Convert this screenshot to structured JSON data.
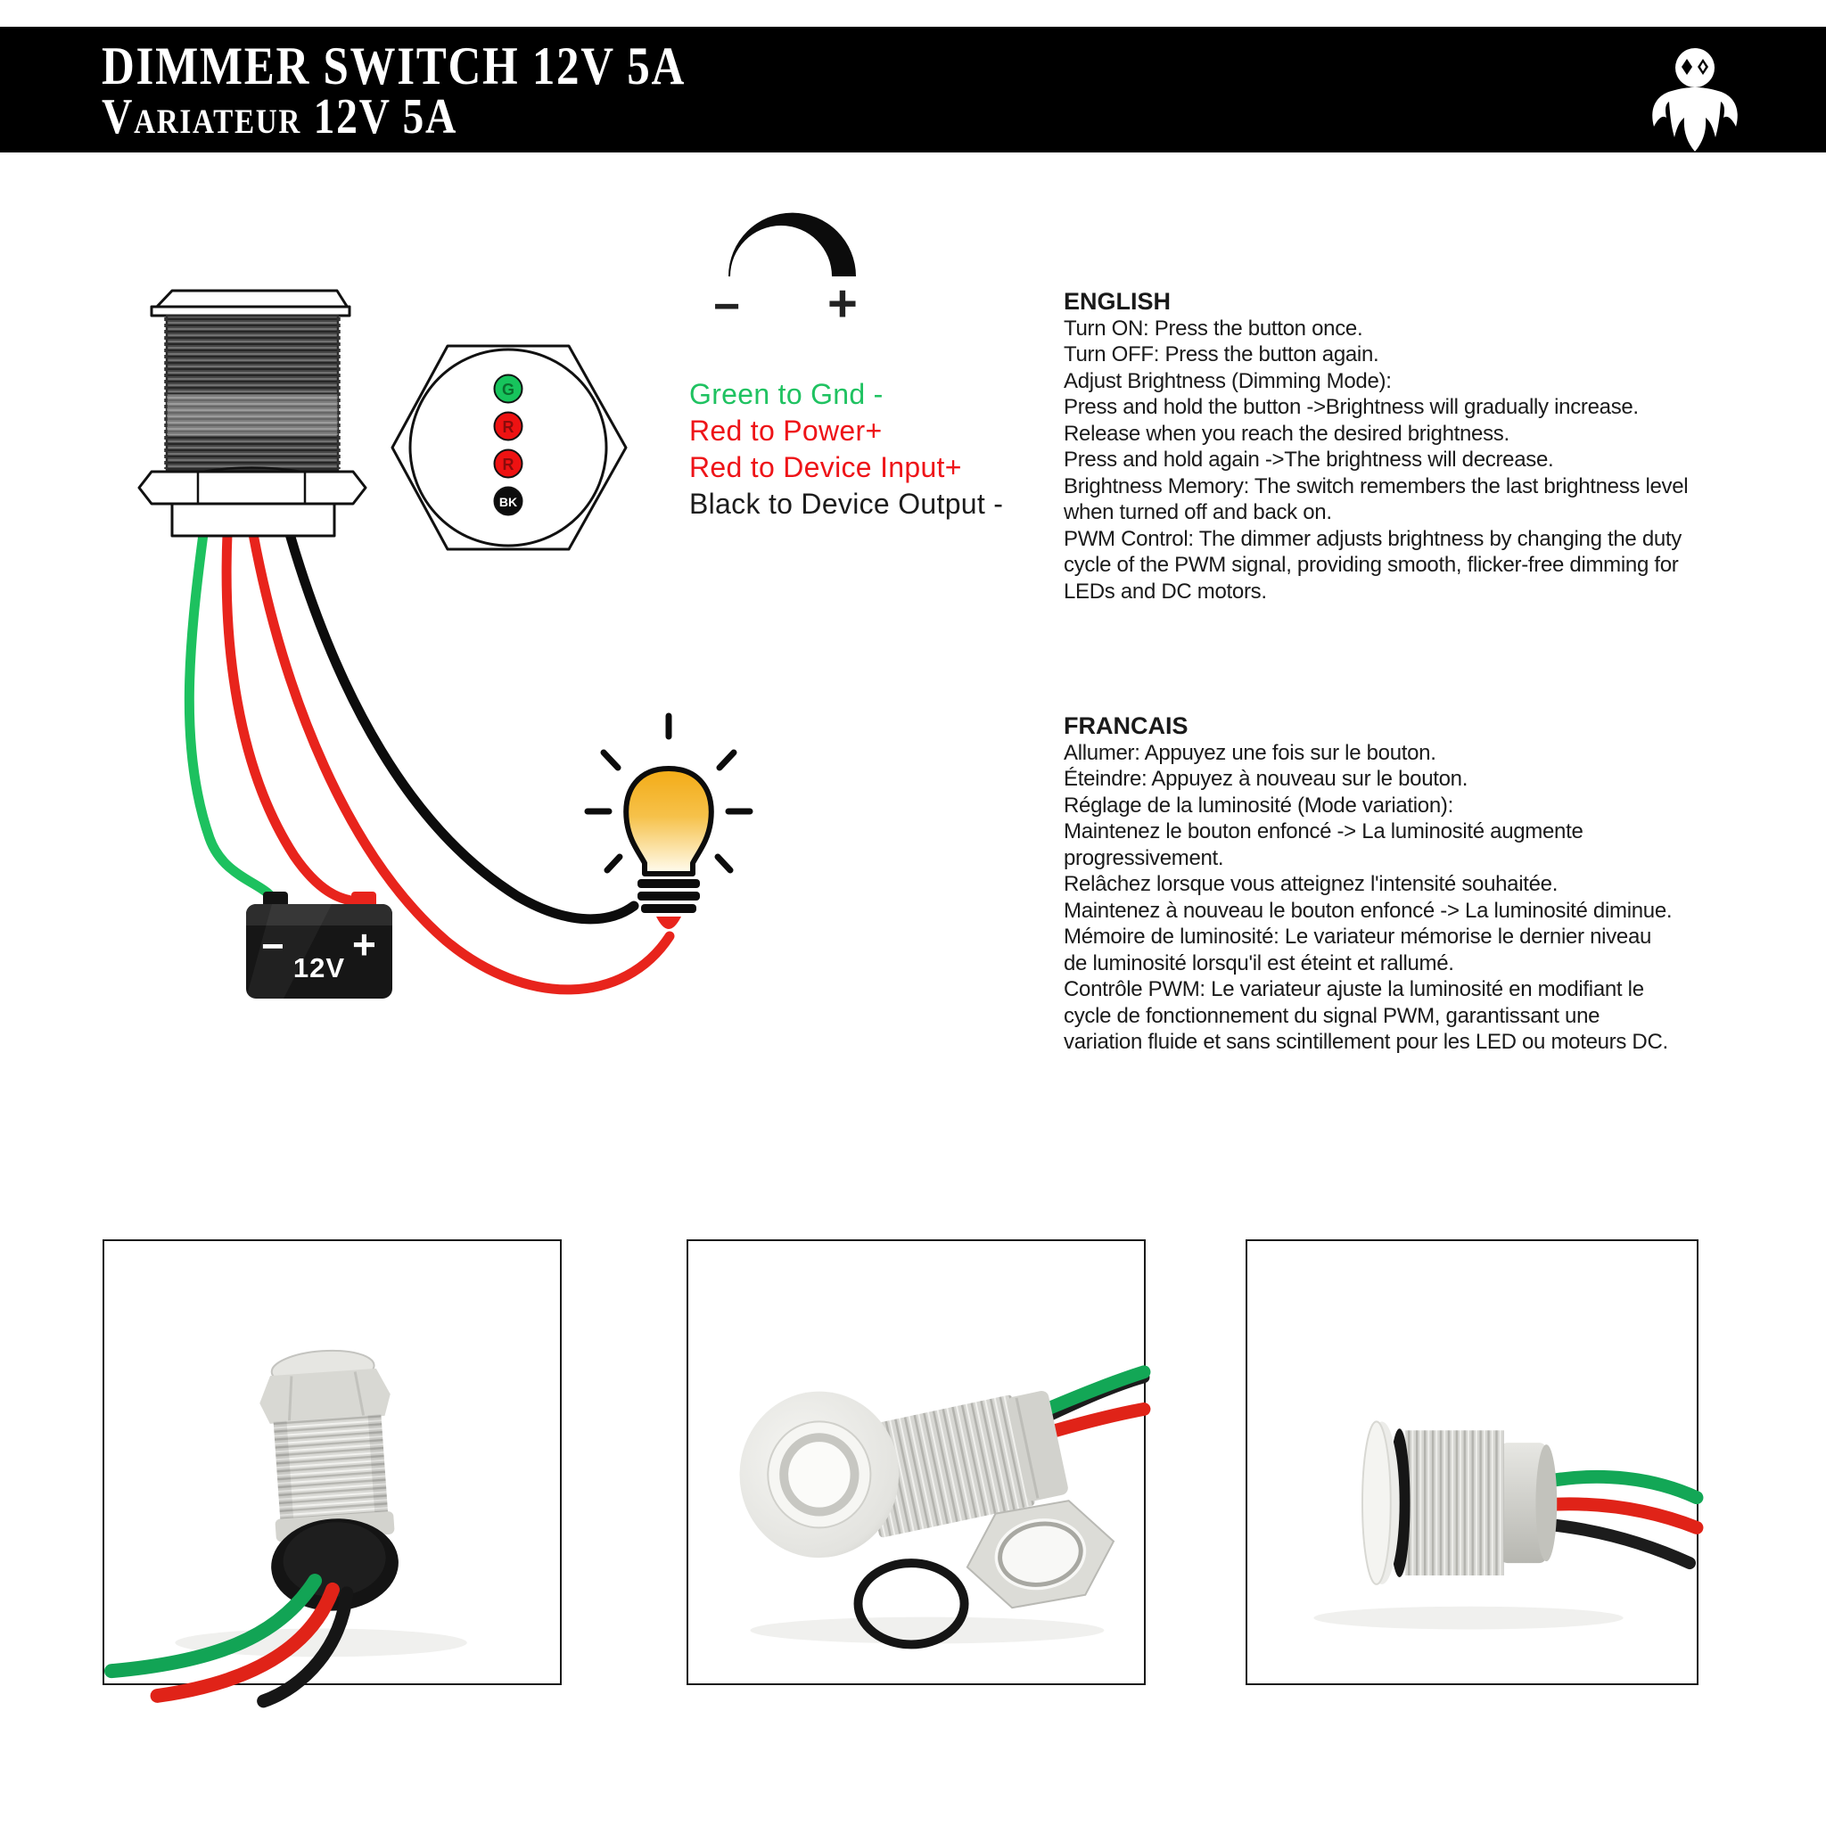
{
  "header": {
    "title_line1": "DIMMER SWITCH 12V 5A",
    "title_line2": "Variateur 12V 5A",
    "logo_icon": "spectre-octopus-icon",
    "bg_color": "#000000",
    "text_color": "#ffffff"
  },
  "diagram": {
    "dimmer_icon": "brightness-arc-icon",
    "dimmer_minus_glyph": "−",
    "dimmer_plus_glyph": "+",
    "switch_drawing": "push-button-side-view",
    "pinout": {
      "view": "rear-hex-pinout",
      "pins": [
        {
          "label": "G",
          "color": "#17c45c"
        },
        {
          "label": "R",
          "color": "#ee1212"
        },
        {
          "label": "R",
          "color": "#ee1212"
        },
        {
          "label": "BK",
          "color": "#0c0c0c"
        }
      ]
    },
    "legend": [
      {
        "text": "Green to Gnd -",
        "color": "#1fc261"
      },
      {
        "text": "Red to Power+",
        "color": "#ee1418"
      },
      {
        "text": "Red to Device Input+",
        "color": "#ee1418"
      },
      {
        "text": "Black to Device Output -",
        "color": "#1c1c1c"
      }
    ],
    "battery": {
      "label": "12V",
      "minus_glyph": "−",
      "plus_glyph": "+"
    },
    "bulb_icon": "light-bulb-icon",
    "wire_colors": {
      "green": "#1dc15f",
      "red": "#e8241c",
      "black": "#0c0c0c"
    }
  },
  "instructions_en": {
    "heading": "ENGLISH",
    "lines": [
      "Turn ON: Press the button once.",
      "Turn OFF: Press the button again.",
      "Adjust Brightness (Dimming Mode):",
      "Press and hold the button ->Brightness will gradually increase.",
      "Release when you reach the desired brightness.",
      "Press and hold again ->The brightness will decrease.",
      "Brightness Memory: The switch remembers the last brightness level",
      "when turned off and back on.",
      "PWM Control: The dimmer adjusts brightness by changing the duty",
      "cycle of the PWM signal, providing smooth, flicker-free dimming for",
      "LEDs and DC motors."
    ]
  },
  "instructions_fr": {
    "heading": "FRANCAIS",
    "lines": [
      "Allumer: Appuyez une fois sur le bouton.",
      "Éteindre: Appuyez à nouveau sur le bouton.",
      "Réglage de la luminosité (Mode variation):",
      "Maintenez le bouton enfoncé -> La luminosité augmente",
      "progressivement.",
      "Relâchez lorsque vous atteignez l'intensité souhaitée.",
      "Maintenez à nouveau le bouton enfoncé -> La luminosité diminue.",
      "Mémoire de luminosité: Le variateur mémorise le dernier niveau",
      "de luminosité lorsqu'il est éteint et rallumé.",
      "Contrôle PWM: Le variateur ajuste la luminosité en modifiant le",
      "cycle de fonctionnement du signal PWM, garantissant une",
      "variation fluide et sans scintillement pour les LED ou moteurs DC."
    ]
  },
  "photos": [
    {
      "name": "photo-rear-view-with-wires"
    },
    {
      "name": "photo-front-view-nut-oring"
    },
    {
      "name": "photo-side-profile-with-wires"
    }
  ]
}
